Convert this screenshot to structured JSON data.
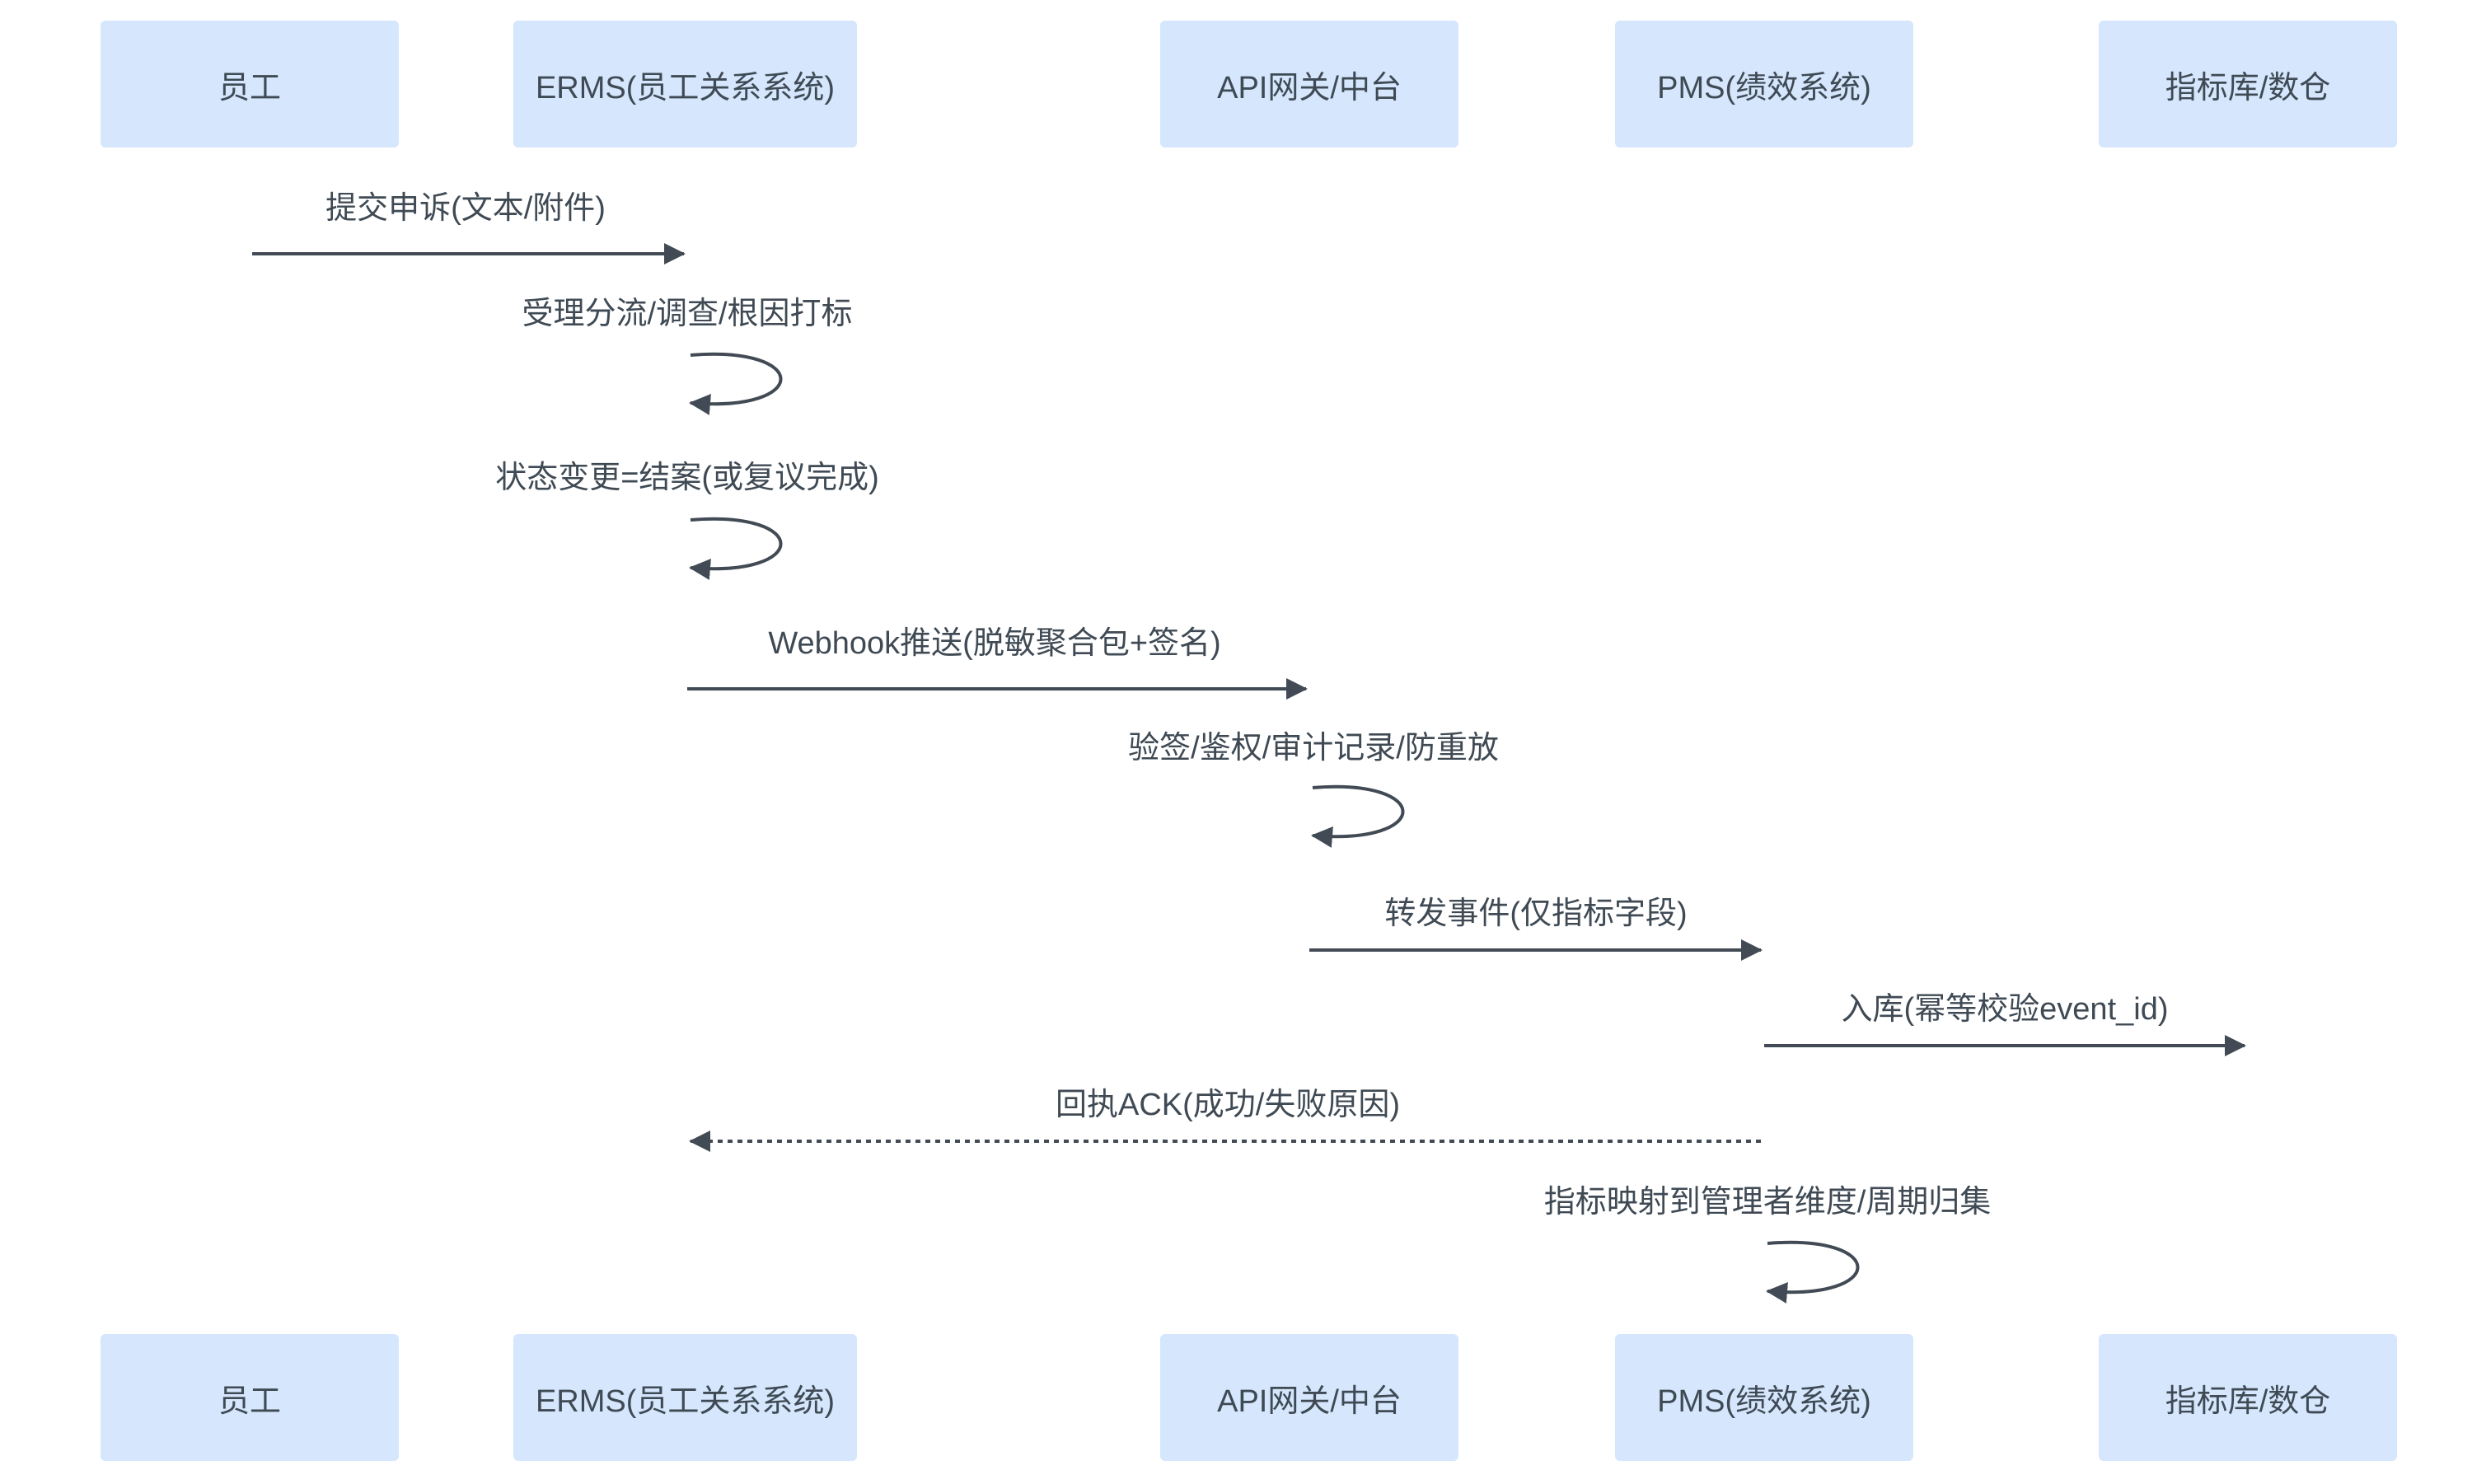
{
  "diagram": {
    "type": "sequence",
    "colors": {
      "actor_fill": "#d5e6fd",
      "line": "#424b55",
      "text": "#3f4a54"
    },
    "actors": [
      {
        "id": "employee",
        "label": "员工"
      },
      {
        "id": "erms",
        "label": "ERMS(员工关系系统)"
      },
      {
        "id": "api",
        "label": "API网关/中台"
      },
      {
        "id": "pms",
        "label": "PMS(绩效系统)"
      },
      {
        "id": "dw",
        "label": "指标库/数仓"
      }
    ],
    "messages": [
      {
        "from": "employee",
        "to": "erms",
        "label": "提交申诉(文本/附件)",
        "style": "solid"
      },
      {
        "from": "erms",
        "to": "erms",
        "label": "受理分流/调查/根因打标",
        "style": "self"
      },
      {
        "from": "erms",
        "to": "erms",
        "label": "状态变更=结案(或复议完成)",
        "style": "self"
      },
      {
        "from": "erms",
        "to": "api",
        "label": "Webhook推送(脱敏聚合包+签名)",
        "style": "solid"
      },
      {
        "from": "api",
        "to": "api",
        "label": "验签/鉴权/审计记录/防重放",
        "style": "self"
      },
      {
        "from": "api",
        "to": "pms",
        "label": "转发事件(仅指标字段)",
        "style": "solid"
      },
      {
        "from": "pms",
        "to": "dw",
        "label": "入库(幂等校验event_id)",
        "style": "solid"
      },
      {
        "from": "pms",
        "to": "erms",
        "label": "回执ACK(成功/失败原因)",
        "style": "dashed"
      },
      {
        "from": "pms",
        "to": "pms",
        "label": "指标映射到管理者维度/周期归集",
        "style": "self"
      }
    ]
  }
}
